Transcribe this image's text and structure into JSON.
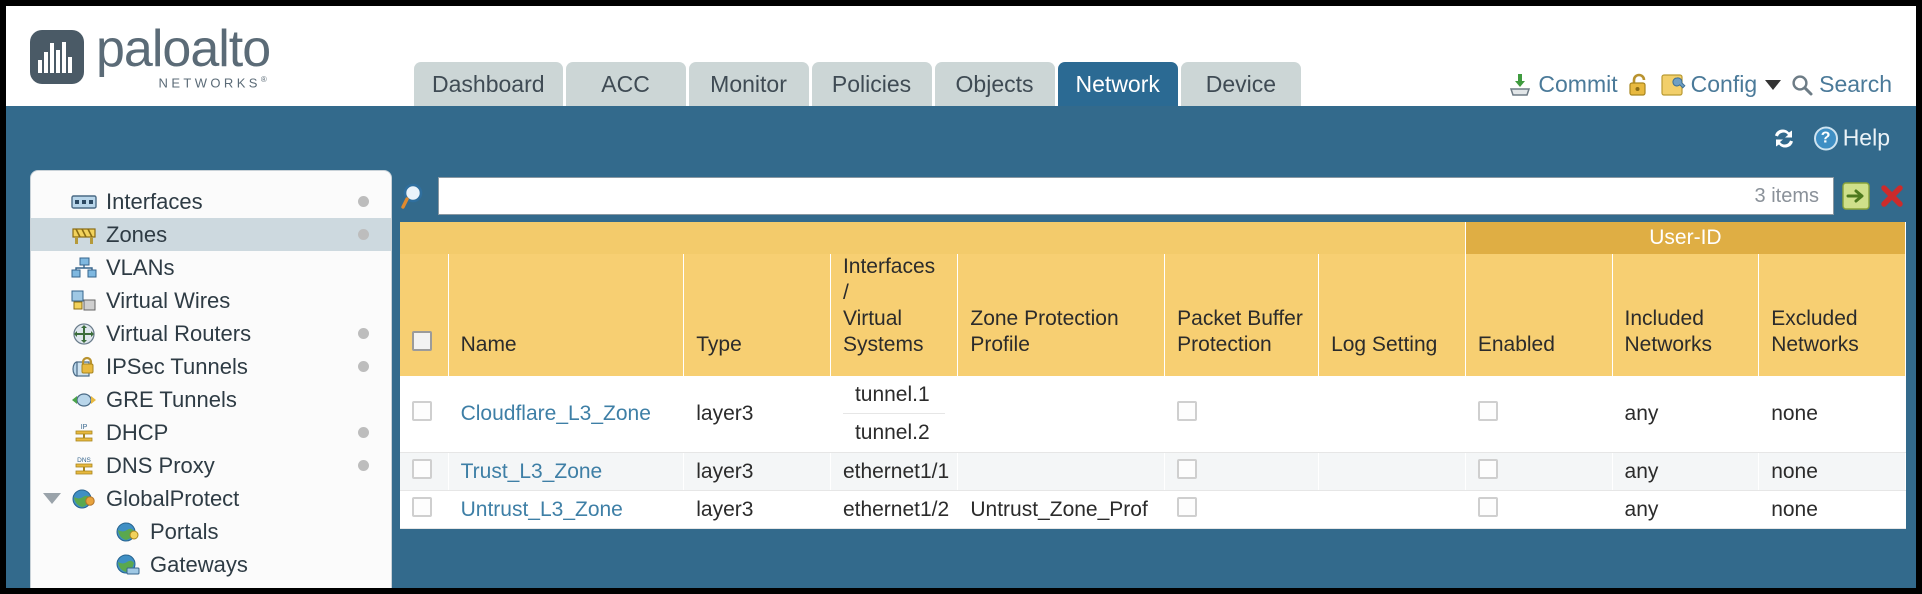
{
  "header": {
    "brand_name": "paloalto",
    "brand_sub": "NETWORKS",
    "brand_sup": "®",
    "tabs": [
      {
        "label": "Dashboard",
        "active": false
      },
      {
        "label": "ACC",
        "active": false
      },
      {
        "label": "Monitor",
        "active": false
      },
      {
        "label": "Policies",
        "active": false
      },
      {
        "label": "Objects",
        "active": false
      },
      {
        "label": "Network",
        "active": true
      },
      {
        "label": "Device",
        "active": false
      }
    ],
    "tools": {
      "commit": "Commit",
      "config": "Config",
      "search": "Search"
    }
  },
  "bluebar": {
    "help": "Help"
  },
  "sidebar": {
    "items": [
      {
        "label": "Interfaces",
        "icon": "interfaces-icon",
        "dot": true,
        "child": false,
        "expander": false,
        "selected": false
      },
      {
        "label": "Zones",
        "icon": "zones-icon",
        "dot": true,
        "child": false,
        "expander": false,
        "selected": true
      },
      {
        "label": "VLANs",
        "icon": "vlans-icon",
        "dot": false,
        "child": false,
        "expander": false,
        "selected": false
      },
      {
        "label": "Virtual Wires",
        "icon": "virtual-wires-icon",
        "dot": false,
        "child": false,
        "expander": false,
        "selected": false
      },
      {
        "label": "Virtual Routers",
        "icon": "virtual-routers-icon",
        "dot": true,
        "child": false,
        "expander": false,
        "selected": false
      },
      {
        "label": "IPSec Tunnels",
        "icon": "ipsec-tunnels-icon",
        "dot": true,
        "child": false,
        "expander": false,
        "selected": false
      },
      {
        "label": "GRE Tunnels",
        "icon": "gre-tunnels-icon",
        "dot": false,
        "child": false,
        "expander": false,
        "selected": false
      },
      {
        "label": "DHCP",
        "icon": "dhcp-icon",
        "dot": true,
        "child": false,
        "expander": false,
        "selected": false
      },
      {
        "label": "DNS Proxy",
        "icon": "dns-proxy-icon",
        "dot": true,
        "child": false,
        "expander": false,
        "selected": false
      },
      {
        "label": "GlobalProtect",
        "icon": "globalprotect-icon",
        "dot": false,
        "child": false,
        "expander": true,
        "selected": false
      },
      {
        "label": "Portals",
        "icon": "portals-icon",
        "dot": false,
        "child": true,
        "expander": false,
        "selected": false
      },
      {
        "label": "Gateways",
        "icon": "gateways-icon",
        "dot": false,
        "child": true,
        "expander": false,
        "selected": false
      }
    ]
  },
  "search": {
    "value": "",
    "placeholder": "",
    "items_count": "3 items"
  },
  "table": {
    "group_header": "User-ID",
    "columns": [
      "Name",
      "Type",
      "Interfaces / Virtual Systems",
      "Zone Protection Profile",
      "Packet Buffer Protection",
      "Log Setting",
      "Enabled",
      "Included Networks",
      "Excluded Networks"
    ],
    "rows": [
      {
        "name": "Cloudflare_L3_Zone",
        "type": "layer3",
        "interfaces": [
          "tunnel.1",
          "tunnel.2"
        ],
        "zone_protection_profile": "",
        "packet_buffer_protection": false,
        "log_setting": "",
        "user_id_enabled": false,
        "included_networks": "any",
        "excluded_networks": "none"
      },
      {
        "name": "Trust_L3_Zone",
        "type": "layer3",
        "interfaces": [
          "ethernet1/1"
        ],
        "zone_protection_profile": "",
        "packet_buffer_protection": false,
        "log_setting": "",
        "user_id_enabled": false,
        "included_networks": "any",
        "excluded_networks": "none"
      },
      {
        "name": "Untrust_L3_Zone",
        "type": "layer3",
        "interfaces": [
          "ethernet1/2"
        ],
        "zone_protection_profile": "Untrust_Zone_Prof",
        "packet_buffer_protection": false,
        "log_setting": "",
        "user_id_enabled": false,
        "included_networks": "any",
        "excluded_networks": "none"
      }
    ]
  },
  "colors": {
    "brand_blue": "#336a8c",
    "tab_active": "#2b6a93",
    "header_amber": "#f7cf72",
    "group_amber": "#dfae44",
    "link_blue": "#3e7fa6"
  }
}
